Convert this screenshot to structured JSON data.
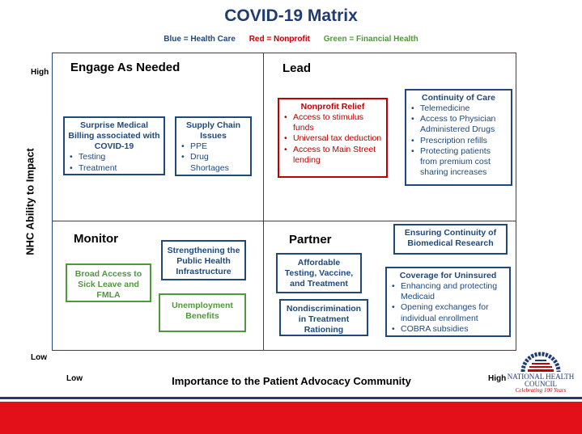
{
  "title": "COVID-19 Matrix",
  "legend": [
    {
      "text": "Blue =  Health Care",
      "color": "#1F497D"
    },
    {
      "text": "Red = Nonprofit",
      "color": "#C00000"
    },
    {
      "text": "Green = Financial Health",
      "color": "#4E9A3A"
    }
  ],
  "axes": {
    "y_label": "NHC Ability to Impact",
    "x_label": "Importance to the Patient Advocacy Community",
    "y_high": "High",
    "y_low": "Low",
    "x_low": "Low",
    "x_high": "High"
  },
  "quadrants": {
    "top_left": "Engage As Needed",
    "top_right": "Lead",
    "bottom_left": "Monitor",
    "bottom_right": "Partner"
  },
  "boxes": {
    "surprise_billing": {
      "title": "Surprise Medical Billing associated with COVID-19",
      "items": [
        "Testing",
        "Treatment"
      ]
    },
    "supply_chain": {
      "title": "Supply Chain Issues",
      "items": [
        "PPE",
        "Drug Shortages"
      ]
    },
    "nonprofit_relief": {
      "title": "Nonprofit Relief",
      "items": [
        "Access to stimulus funds",
        "Universal tax deduction",
        "Access to Main Street lending"
      ]
    },
    "continuity_care": {
      "title": "Continuity of Care",
      "items": [
        "Telemedicine",
        "Access to Physician Administered Drugs",
        "Prescription refills",
        "Protecting patients from premium cost sharing increases"
      ]
    },
    "public_health": {
      "title": "Strengthening the Public Health Infrastructure"
    },
    "sick_leave": {
      "title": "Broad Access to Sick Leave and FMLA"
    },
    "unemployment": {
      "title": "Unemployment Benefits"
    },
    "biomedical": {
      "title": "Ensuring Continuity of Biomedical Research"
    },
    "affordable_testing": {
      "title": "Affordable Testing, Vaccine, and Treatment"
    },
    "nondiscrimination": {
      "title": "Nondiscrimination in Treatment Rationing"
    },
    "uninsured": {
      "title": "Coverage for Uninsured",
      "items": [
        "Enhancing and protecting Medicaid",
        "Opening exchanges for individual enrollment",
        "COBRA subsidies"
      ]
    }
  },
  "logo": {
    "name": "NATIONAL HEALTH COUNCIL",
    "tagline": "Celebrating 100 Years"
  },
  "colors": {
    "health_care": "#1F497D",
    "nonprofit": "#C00000",
    "financial": "#4E9A3A",
    "footer_red": "#E3101A"
  }
}
